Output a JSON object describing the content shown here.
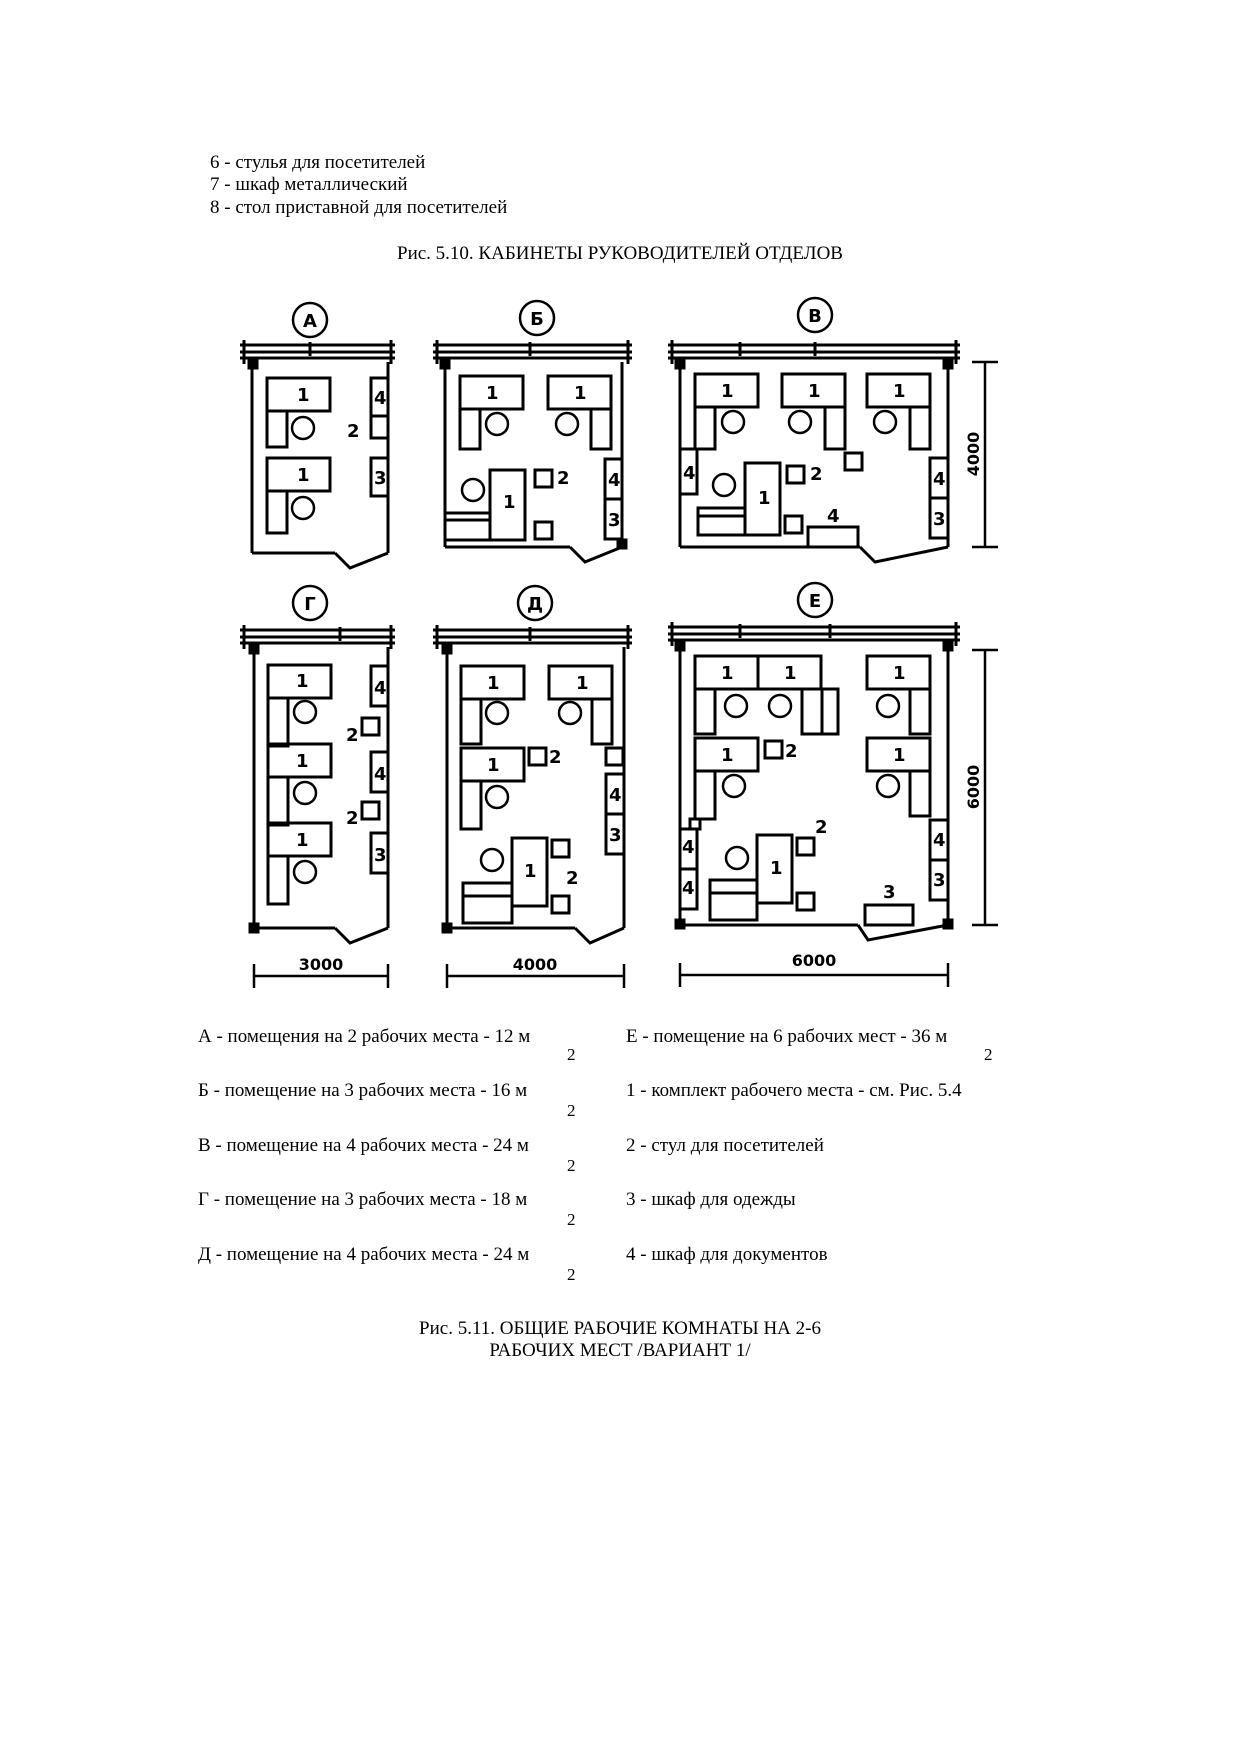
{
  "top_legend": [
    "6 - стулья для посетителей",
    "7 - шкаф металлический",
    "8 - стол приставной для посетителей"
  ],
  "fig_5_10_caption": "Рис. 5.10. КАБИНЕТЫ РУКОВОДИТЕЛЕЙ ОТДЕЛОВ",
  "rooms": {
    "a": "А",
    "b": "Б",
    "v": "В",
    "g": "Г",
    "d": "Д",
    "e": "Е"
  },
  "dimensions": {
    "w3000": "3000",
    "w4000": "4000",
    "w6000": "6000",
    "h4000": "4000",
    "h6000": "6000"
  },
  "labels": {
    "one": "1",
    "two": "2",
    "three": "3",
    "four": "4"
  },
  "legend_left": [
    {
      "text": "А - помещения на 2 рабочих места - 12 м",
      "sup": "2"
    },
    {
      "text": "Б - помещение на 3 рабочих места - 16 м",
      "sup": "2"
    },
    {
      "text": "В - помещение на 4 рабочих места - 24 м",
      "sup": "2"
    },
    {
      "text": "Г - помещение на 3 рабочих места - 18 м",
      "sup": "2"
    },
    {
      "text": "Д - помещение на 4 рабочих места - 24 м",
      "sup": "2"
    }
  ],
  "legend_right": [
    {
      "text": "Е - помещение на 6 рабочих мест - 36 м",
      "sup": "2"
    },
    {
      "text": "1 - комплект рабочего места - см. Рис. 5.4",
      "sup": ""
    },
    {
      "text": "2 - стул для посетителей",
      "sup": ""
    },
    {
      "text": "3 - шкаф для одежды",
      "sup": ""
    },
    {
      "text": "4 - шкаф для документов",
      "sup": ""
    }
  ],
  "fig_5_11_caption_line1": "Рис. 5.11. ОБЩИЕ РАБОЧИЕ КОМНАТЫ НА 2-6",
  "fig_5_11_caption_line2": "РАБОЧИХ МЕСТ /ВАРИАНТ 1/"
}
